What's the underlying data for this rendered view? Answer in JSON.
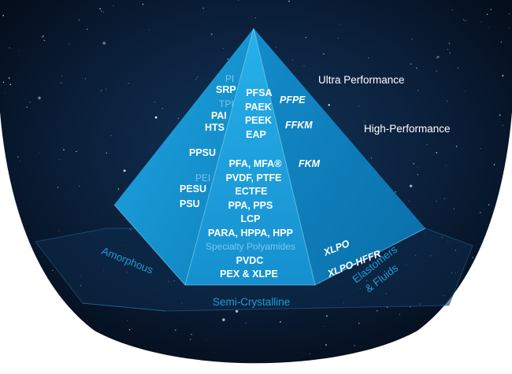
{
  "tiers": {
    "ultra": "Ultra Performance",
    "high": "High-Performance"
  },
  "bases": {
    "amorphous": "Amorphous",
    "semi_crystalline": "Semi-Crystalline",
    "elastomers_line1": "Elastomers",
    "elastomers_line2": "& Fluids"
  },
  "amorphous_materials": [
    "PI",
    "SRP",
    "TPI",
    "PAI",
    "HTS",
    "PPSU",
    "PEI",
    "PESU",
    "PSU"
  ],
  "semi_crystalline_materials": [
    "PFSA",
    "PAEK",
    "PEEK",
    "EAP",
    "PFA, MFA®",
    "PVDF, PTFE",
    "ECTFE",
    "PPA, PPS",
    "LCP",
    "PARA, HPPA, HPP",
    "Specialty Polyamides",
    "PVDC",
    "PEX & XLPE"
  ],
  "elastomer_materials": [
    "PFPE",
    "FFKM",
    "FKM",
    "XLPO",
    "XLPO-HFFR"
  ],
  "colors": {
    "sky_dark": "#071426",
    "pyramid_left": "#1596d2",
    "pyramid_center": "#1ea6e0",
    "pyramid_right": "#0f86c4",
    "accent_text": "#1f9bd8",
    "faint_text": "#7cc6ea"
  }
}
